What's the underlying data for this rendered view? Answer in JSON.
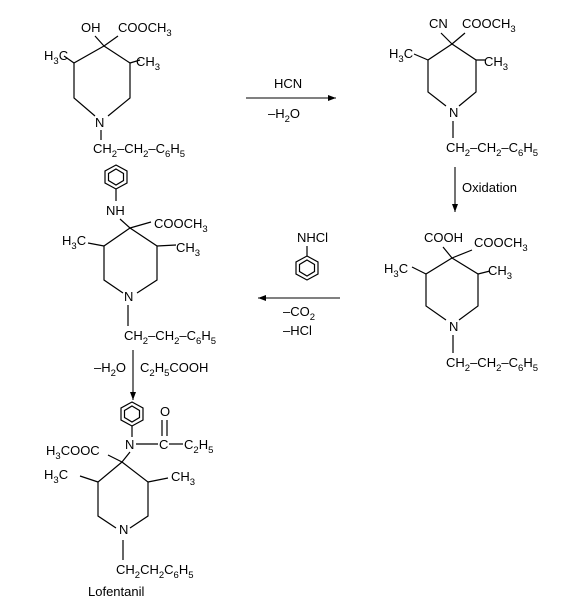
{
  "reagents": {
    "hcn": "HCN",
    "minus_h2o_1": "–H2O",
    "oxidation": "Oxidation",
    "nhcl": "NHCl",
    "minus_co2": "–CO2",
    "minus_hcl": "–HCl",
    "minus_h2o_2": "–H2O",
    "propionic_acid": "C2H5COOH"
  },
  "final_product_name": "Lofentanil",
  "ring_labels": {
    "oh": "OH",
    "cn": "CN",
    "cooh": "COOH",
    "nh": "NH",
    "cooch3": "COOCH3",
    "h3cooc": "H3COOC",
    "h3c": "H3C",
    "ch3": "CH3",
    "n": "N",
    "c": "C",
    "o": "O",
    "c2h5": "C2H5",
    "phenethyl": "CH2–CH2–C6H5",
    "phenethyl_condensed": "CH2CH2C6H5"
  }
}
